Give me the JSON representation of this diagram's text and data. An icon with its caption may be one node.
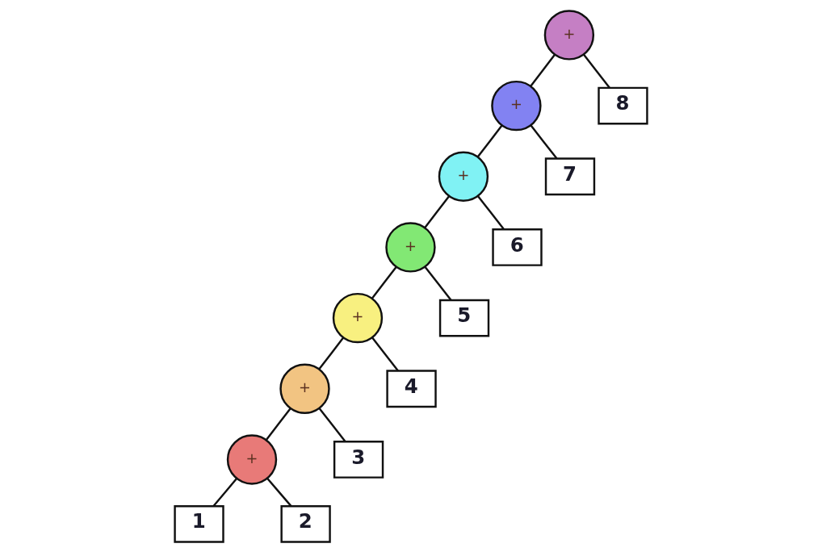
{
  "diagram": {
    "nodes": [
      {
        "text": [
          "+"
        ]
      },
      {
        "text": [
          "+"
        ]
      },
      {
        "text": [
          "8"
        ]
      },
      {
        "text": [
          "+"
        ]
      },
      {
        "text": [
          "7"
        ]
      },
      {
        "text": [
          "+"
        ]
      },
      {
        "text": [
          "6"
        ]
      },
      {
        "text": [
          "+"
        ]
      },
      {
        "text": [
          "5"
        ]
      },
      {
        "text": [
          "+"
        ]
      },
      {
        "text": [
          "4"
        ]
      },
      {
        "text": [
          "+"
        ]
      },
      {
        "text": [
          "3"
        ]
      },
      {
        "text": [
          "1"
        ]
      },
      {
        "text": [
          "2"
        ]
      }
    ],
    "edges": [
      {
        "from": 0,
        "to": 1,
        "arrow": "none"
      },
      {
        "from": 0,
        "to": 2,
        "arrow": "none"
      },
      {
        "from": 1,
        "to": 3,
        "arrow": "none"
      },
      {
        "from": 1,
        "to": 4,
        "arrow": "none"
      },
      {
        "from": 3,
        "to": 5,
        "arrow": "none"
      },
      {
        "from": 3,
        "to": 6,
        "arrow": "none"
      },
      {
        "from": 5,
        "to": 7,
        "arrow": "none"
      },
      {
        "from": 5,
        "to": 8,
        "arrow": "none"
      },
      {
        "from": 7,
        "to": 9,
        "arrow": "none"
      },
      {
        "from": 7,
        "to": 10,
        "arrow": "none"
      },
      {
        "from": 9,
        "to": 11,
        "arrow": "none"
      },
      {
        "from": 9,
        "to": 12,
        "arrow": "none"
      },
      {
        "from": 11,
        "to": 13,
        "arrow": "none"
      },
      {
        "from": 11,
        "to": 14,
        "arrow": "none"
      }
    ]
  }
}
